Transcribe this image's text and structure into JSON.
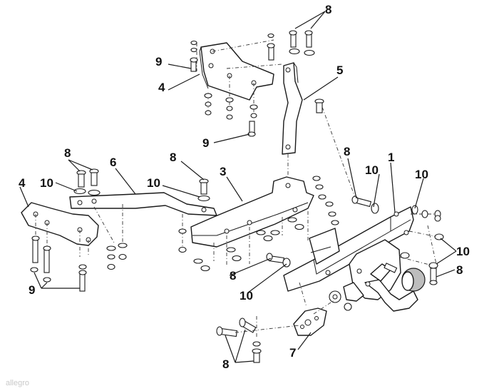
{
  "callouts": {
    "c8_top": "8",
    "c9_top": "9",
    "c4_top": "4",
    "c5": "5",
    "c9_mid": "9",
    "c8_left": "8",
    "c6": "6",
    "c8_mid": "8",
    "c3": "3",
    "c4_left": "4",
    "c10_left": "10",
    "c10_mid": "10",
    "c8_right": "8",
    "c10_right": "10",
    "c1": "1",
    "c10_far": "10",
    "c10_far2": "10",
    "c8_far": "8",
    "c8_center": "8",
    "c10_center": "10",
    "c9_bottom": "9",
    "c7": "7",
    "c8_bottom": "8"
  },
  "watermark": "allegro"
}
